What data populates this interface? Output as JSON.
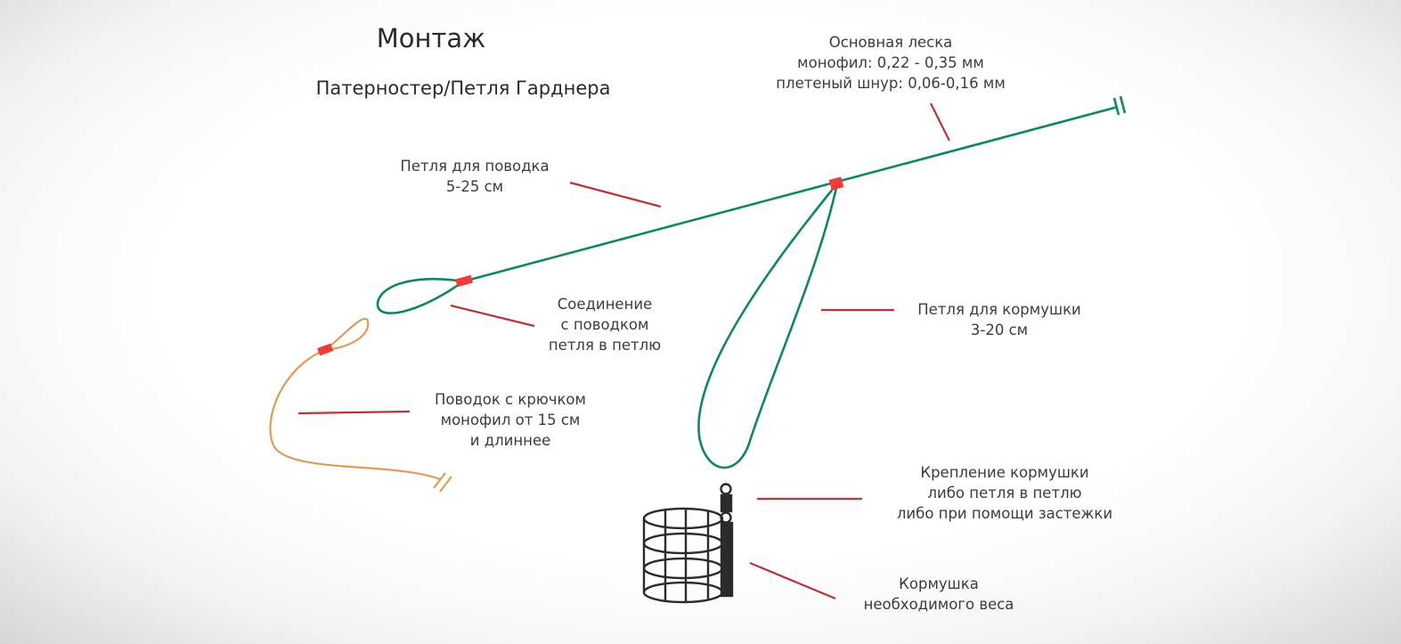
{
  "title": "Монтаж",
  "subtitle": "Патерностер/Петля Гарднера",
  "labels": {
    "main_line": [
      "Основная леска",
      "монофил: 0,22 - 0,35 мм",
      "плетеный шнур: 0,06-0,16 мм"
    ],
    "leader_loop": [
      "Петля для поводка",
      "5-25 см"
    ],
    "connection": [
      "Соединение",
      "с поводком",
      "петля в петлю"
    ],
    "feeder_loop": [
      "Петля для кормушки",
      "3-20 см"
    ],
    "hook_leader": [
      "Поводок с крючком",
      "монофил от 15 см",
      "и длиннее"
    ],
    "feeder_attach": [
      "Крепление кормушки",
      "либо петля в петлю",
      "либо при помощи застежки"
    ],
    "feeder": [
      "Кормушка",
      "необходимого веса"
    ]
  },
  "colors": {
    "main_line": "#11875c",
    "leader": "#e09a55",
    "knot": "#ee3b3b",
    "pointer": "#b8333a",
    "feeder": "#2b2b2b"
  }
}
